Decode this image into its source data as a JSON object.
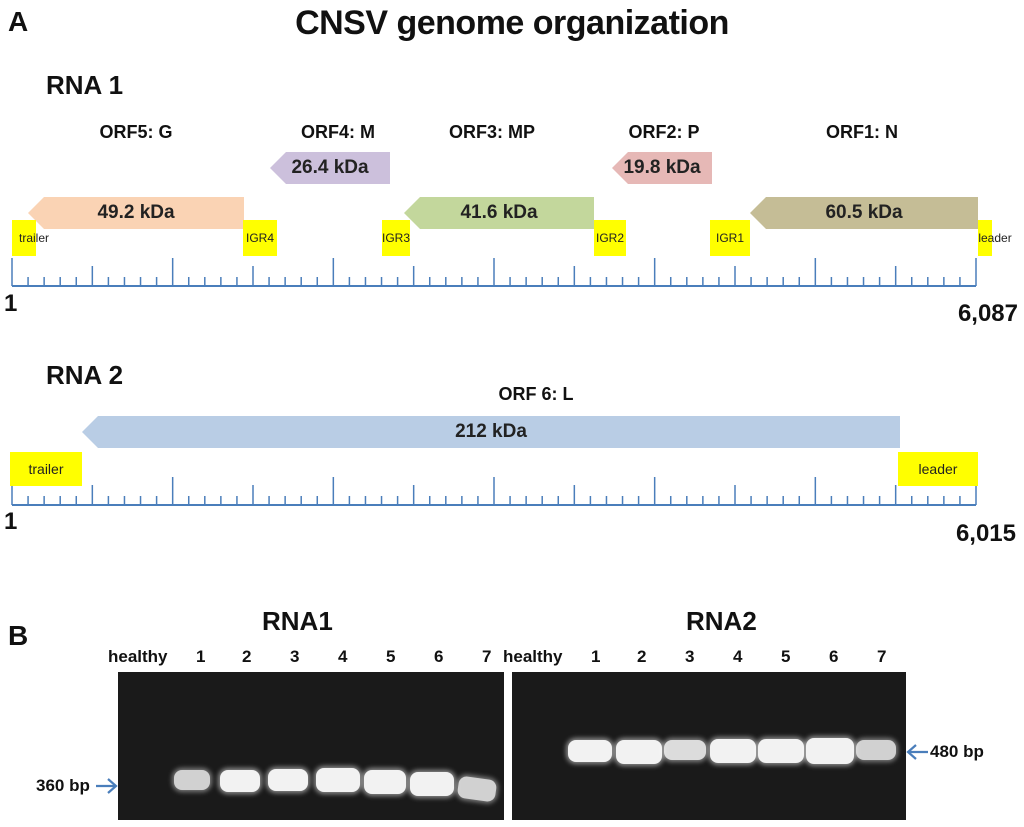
{
  "panelA": {
    "letter": "A",
    "title": "CNSV genome organization",
    "rna1": {
      "label": "RNA 1",
      "start": "1",
      "end": "6,087",
      "orfs": [
        {
          "id": "orf5",
          "name": "ORF5: G",
          "mass": "49.2 kDa",
          "color": "#fad3b4"
        },
        {
          "id": "orf4",
          "name": "ORF4: M",
          "mass": "26.4 kDa",
          "color": "#ccc0dc"
        },
        {
          "id": "orf3",
          "name": "ORF3: MP",
          "mass": "41.6 kDa",
          "color": "#c3d79c"
        },
        {
          "id": "orf2",
          "name": "ORF2: P",
          "mass": "19.8 kDa",
          "color": "#e6b8b6"
        },
        {
          "id": "orf1",
          "name": "ORF1: N",
          "mass": "60.5 kDa",
          "color": "#c5bd96"
        }
      ],
      "regions": [
        "trailer",
        "IGR4",
        "IGR3",
        "IGR2",
        "IGR1",
        "leader"
      ]
    },
    "rna2": {
      "label": "RNA 2",
      "start": "1",
      "end": "6,015",
      "orf": {
        "id": "orf6",
        "name": "ORF 6: L",
        "mass": "212 kDa",
        "color": "#b9cde5"
      },
      "regions": [
        "trailer",
        "leader"
      ]
    },
    "colors": {
      "ruler": "#4a7ebb",
      "highlight": "#ffff00"
    }
  },
  "panelB": {
    "letter": "B",
    "gel1": {
      "title": "RNA1",
      "lanes": [
        "healthy",
        "1",
        "2",
        "3",
        "4",
        "5",
        "6",
        "7"
      ],
      "band_label": "360 bp"
    },
    "gel2": {
      "title": "RNA2",
      "lanes": [
        "healthy",
        "1",
        "2",
        "3",
        "4",
        "5",
        "6",
        "7"
      ],
      "band_label": "480 bp"
    },
    "colors": {
      "arrow": "#4a7ebb"
    }
  }
}
